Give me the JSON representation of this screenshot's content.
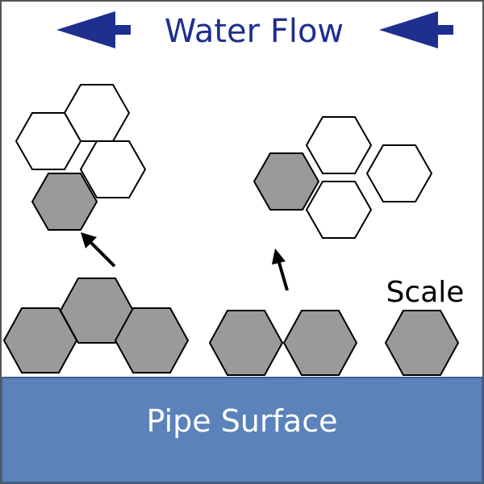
{
  "title": "Water Flow",
  "scale_label": "Scale",
  "surface_label": "Pipe Surface",
  "colors": {
    "arrow": "#1e2f8f",
    "title_text": "#1e2f8f",
    "particle_fill": "#9a9a9a",
    "empty_fill": "#ffffff",
    "outline": "#000000",
    "surface": "#5b82ba",
    "surface_text": "#ffffff",
    "frame": "#555555"
  },
  "icons": [
    "flow-arrow-left-icon",
    "detach-arrow-icon"
  ]
}
